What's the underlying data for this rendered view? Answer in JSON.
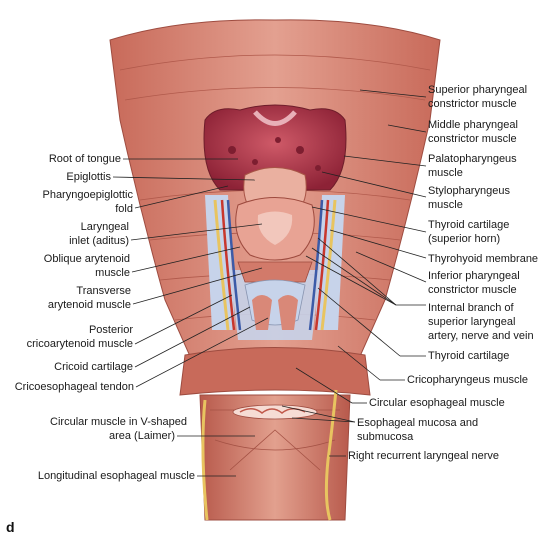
{
  "figure": {
    "panel_letter": "d"
  },
  "labels_left": {
    "root_of_tongue": "Root of tongue",
    "epiglottis": "Epiglottis",
    "pharyngoepiglottic_fold_1": "Pharyngoepiglottic",
    "pharyngoepiglottic_fold_2": "fold",
    "laryngeal_inlet_1": "Laryngeal",
    "laryngeal_inlet_2": "inlet (aditus)",
    "oblique_arytenoid_1": "Oblique arytenoid",
    "oblique_arytenoid_2": "muscle",
    "transverse_arytenoid_1": "Transverse",
    "transverse_arytenoid_2": "arytenoid muscle",
    "posterior_cricoarytenoid_1": "Posterior",
    "posterior_cricoarytenoid_2": "cricoarytenoid muscle",
    "cricoid_cartilage": "Cricoid cartilage",
    "cricoesophageal_tendon": "Cricoesophageal tendon",
    "circular_muscle_laimer_1": "Circular muscle in V-shaped",
    "circular_muscle_laimer_2": "area (Laimer)",
    "longitudinal_esophageal": "Longitudinal esophageal muscle"
  },
  "labels_right": {
    "superior_constrictor_1": "Superior pharyngeal",
    "superior_constrictor_2": "constrictor muscle",
    "middle_constrictor_1": "Middle pharyngeal",
    "middle_constrictor_2": "constrictor muscle",
    "palatopharyngeus_1": "Palatopharyngeus",
    "palatopharyngeus_2": "muscle",
    "stylopharyngeus_1": "Stylopharyngeus",
    "stylopharyngeus_2": "muscle",
    "thyroid_superior_horn_1": "Thyroid cartilage",
    "thyroid_superior_horn_2": "(superior horn)",
    "thyrohyoid_membrane": "Thyrohyoid membrane",
    "inferior_constrictor_1": "Inferior pharyngeal",
    "inferior_constrictor_2": "constrictor muscle",
    "internal_branch_1": "Internal branch of",
    "internal_branch_2": "superior laryngeal",
    "internal_branch_3": "artery, nerve and vein",
    "thyroid_cartilage": "Thyroid cartilage",
    "cricopharyngeus": "Cricopharyngeus muscle",
    "circular_esophageal": "Circular esophageal muscle",
    "esophageal_mucosa_1": "Esophageal mucosa and",
    "esophageal_mucosa_2": "submucosa",
    "recurrent_laryngeal": "Right recurrent laryngeal nerve"
  },
  "colors": {
    "muscle": "#d98878",
    "muscle_dark": "#b8584a",
    "muscle_light": "#eab0a0",
    "tongue": "#b0344a",
    "cartilage": "#c7d3ea",
    "nerve": "#e8c460",
    "artery": "#c8372d",
    "vein": "#3c5ba8"
  }
}
